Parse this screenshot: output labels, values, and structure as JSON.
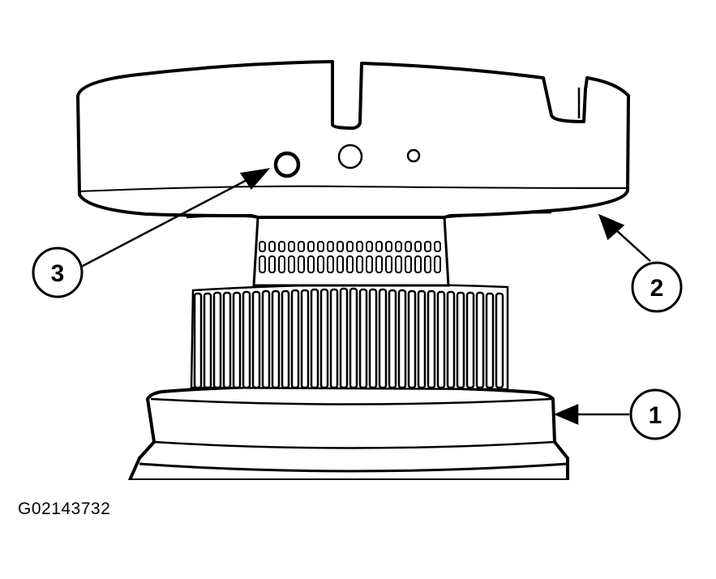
{
  "figure": {
    "id_code": "G02143732"
  },
  "callouts": [
    {
      "number": "1"
    },
    {
      "number": "2"
    },
    {
      "number": "3"
    }
  ],
  "colors": {
    "ink": "#000000",
    "paper": "#ffffff"
  }
}
